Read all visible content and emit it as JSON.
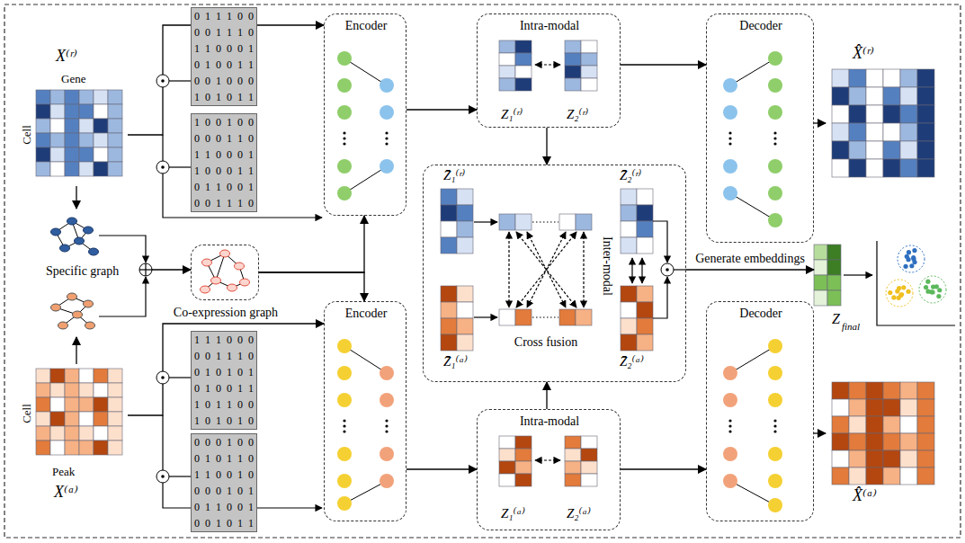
{
  "diagram": {
    "nodes": [
      {
        "text": [
          "X⁽ʳ⁾",
          "Gene",
          "Cell"
        ]
      },
      {
        "text": [
          "Encoder"
        ]
      },
      {
        "text": [
          "Intra-modal",
          "Z₁⁽ʳ⁾",
          "Z₂⁽ʳ⁾"
        ]
      },
      {
        "text": [
          "Decoder"
        ]
      },
      {
        "text": [
          "X̂⁽ʳ⁾"
        ]
      },
      {
        "text": [
          "Specific graph"
        ]
      },
      {
        "text": [
          "Co-expression graph"
        ]
      },
      {
        "text": [
          "Z̄₁⁽ʳ⁾",
          "Z̄₂⁽ʳ⁾",
          "Inter-modal",
          "Z̄₁⁽ᵃ⁾",
          "Cross fusion",
          "Z̄₂⁽ᵃ⁾"
        ]
      },
      {
        "text": [
          "Z",
          "final"
        ]
      },
      {
        "text": [
          "Cell",
          "Peak",
          "X⁽ᵃ⁾"
        ]
      },
      {
        "text": [
          "Encoder"
        ]
      },
      {
        "text": [
          "Intra-modal",
          "Z₁⁽ᵃ⁾",
          "Z₂⁽ᵃ⁾"
        ]
      },
      {
        "text": [
          "Decoder"
        ]
      },
      {
        "text": [
          "X̂⁽ᵃ⁾"
        ]
      }
    ],
    "edges": [
      {
        "from": 0,
        "to": 1,
        "arrow": "to"
      },
      {
        "from": 1,
        "to": 2,
        "arrow": "to"
      },
      {
        "from": 2,
        "to": 3,
        "arrow": "to"
      },
      {
        "from": 3,
        "to": 4,
        "arrow": "to"
      },
      {
        "from": 2,
        "to": 7,
        "arrow": "to"
      },
      {
        "from": 0,
        "to": 5,
        "arrow": "to"
      },
      {
        "from": 9,
        "to": 5,
        "arrow": "to"
      },
      {
        "from": 5,
        "to": 6,
        "arrow": "to"
      },
      {
        "from": 6,
        "to": 1,
        "arrow": "to"
      },
      {
        "from": 6,
        "to": 10,
        "arrow": "to"
      },
      {
        "from": 7,
        "to": 8,
        "label": "Generate embeddings",
        "arrow": "to"
      },
      {
        "from": 9,
        "to": 10,
        "arrow": "to"
      },
      {
        "from": 10,
        "to": 11,
        "arrow": "to"
      },
      {
        "from": 11,
        "to": 12,
        "arrow": "to"
      },
      {
        "from": 12,
        "to": 13,
        "arrow": "to"
      },
      {
        "from": 11,
        "to": 7,
        "arrow": "to"
      }
    ],
    "labels": [
      "0",
      "1",
      "1",
      "1",
      "0",
      "0",
      "0",
      "0",
      "1",
      "1",
      "1",
      "0",
      "1",
      "1",
      "0",
      "0",
      "0",
      "1",
      "0",
      "1",
      "0",
      "0",
      "1",
      "1",
      "0",
      "0",
      "1",
      "0",
      "0",
      "0",
      "1",
      "0",
      "1",
      "0",
      "1",
      "1",
      "1",
      "0",
      "0",
      "1",
      "0",
      "0",
      "0",
      "0",
      "0",
      "1",
      "1",
      "0",
      "1",
      "1",
      "0",
      "0",
      "0",
      "1",
      "1",
      "0",
      "0",
      "0",
      "1",
      "1",
      "0",
      "1",
      "1",
      "0",
      "0",
      "1",
      "0",
      "0",
      "1",
      "1",
      "1",
      "0",
      "1",
      "1",
      "1",
      "0",
      "0",
      "0",
      "0",
      "0",
      "1",
      "1",
      "1",
      "0",
      "0",
      "1",
      "0",
      "1",
      "0",
      "1",
      "0",
      "1",
      "0",
      "0",
      "1",
      "1",
      "1",
      "0",
      "1",
      "1",
      "0",
      "0",
      "1",
      "0",
      "1",
      "0",
      "1",
      "0",
      "0",
      "0",
      "0",
      "1",
      "0",
      "0",
      "0",
      "1",
      "0",
      "1",
      "1",
      "0",
      "1",
      "1",
      "0",
      "0",
      "1",
      "0",
      "0",
      "0",
      "0",
      "1",
      "0",
      "1",
      "0",
      "1",
      "1",
      "0",
      "0",
      "1",
      "0",
      "0",
      "1",
      "0",
      "1",
      "1"
    ]
  }
}
